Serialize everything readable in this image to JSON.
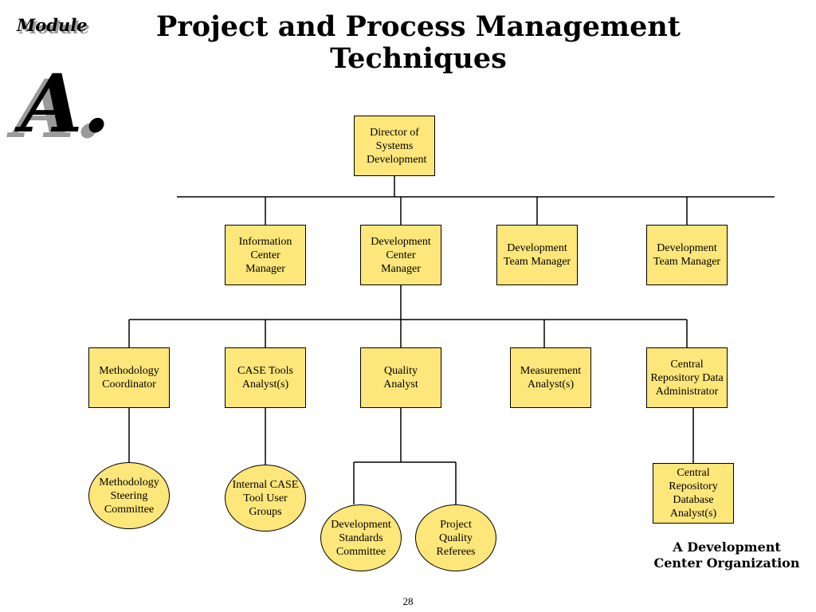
{
  "slide": {
    "logo_word": "Module",
    "logo_letter": "A.",
    "title": "Project and Process Management Techniques",
    "caption": "A Development Center Organization",
    "page_number": "28"
  },
  "org_chart": {
    "director": "Director of Systems Development",
    "level1": [
      "Information Center Manager",
      "Development Center Manager",
      "Development Team Manager",
      "Development Team Manager"
    ],
    "level2": [
      "Methodology Coordinator",
      "CASE Tools Analyst(s)",
      "Quality Analyst",
      "Measurement Analyst(s)",
      "Central Repository Data Administrator"
    ],
    "level3": [
      "Methodology Steering Committee",
      "Internal CASE Tool User Groups",
      "Development Standards Committee",
      "Project Quality Referees",
      "Central Repository Database Analyst(s)"
    ]
  },
  "colors": {
    "box_fill": "#fde67a",
    "line": "#000000"
  }
}
